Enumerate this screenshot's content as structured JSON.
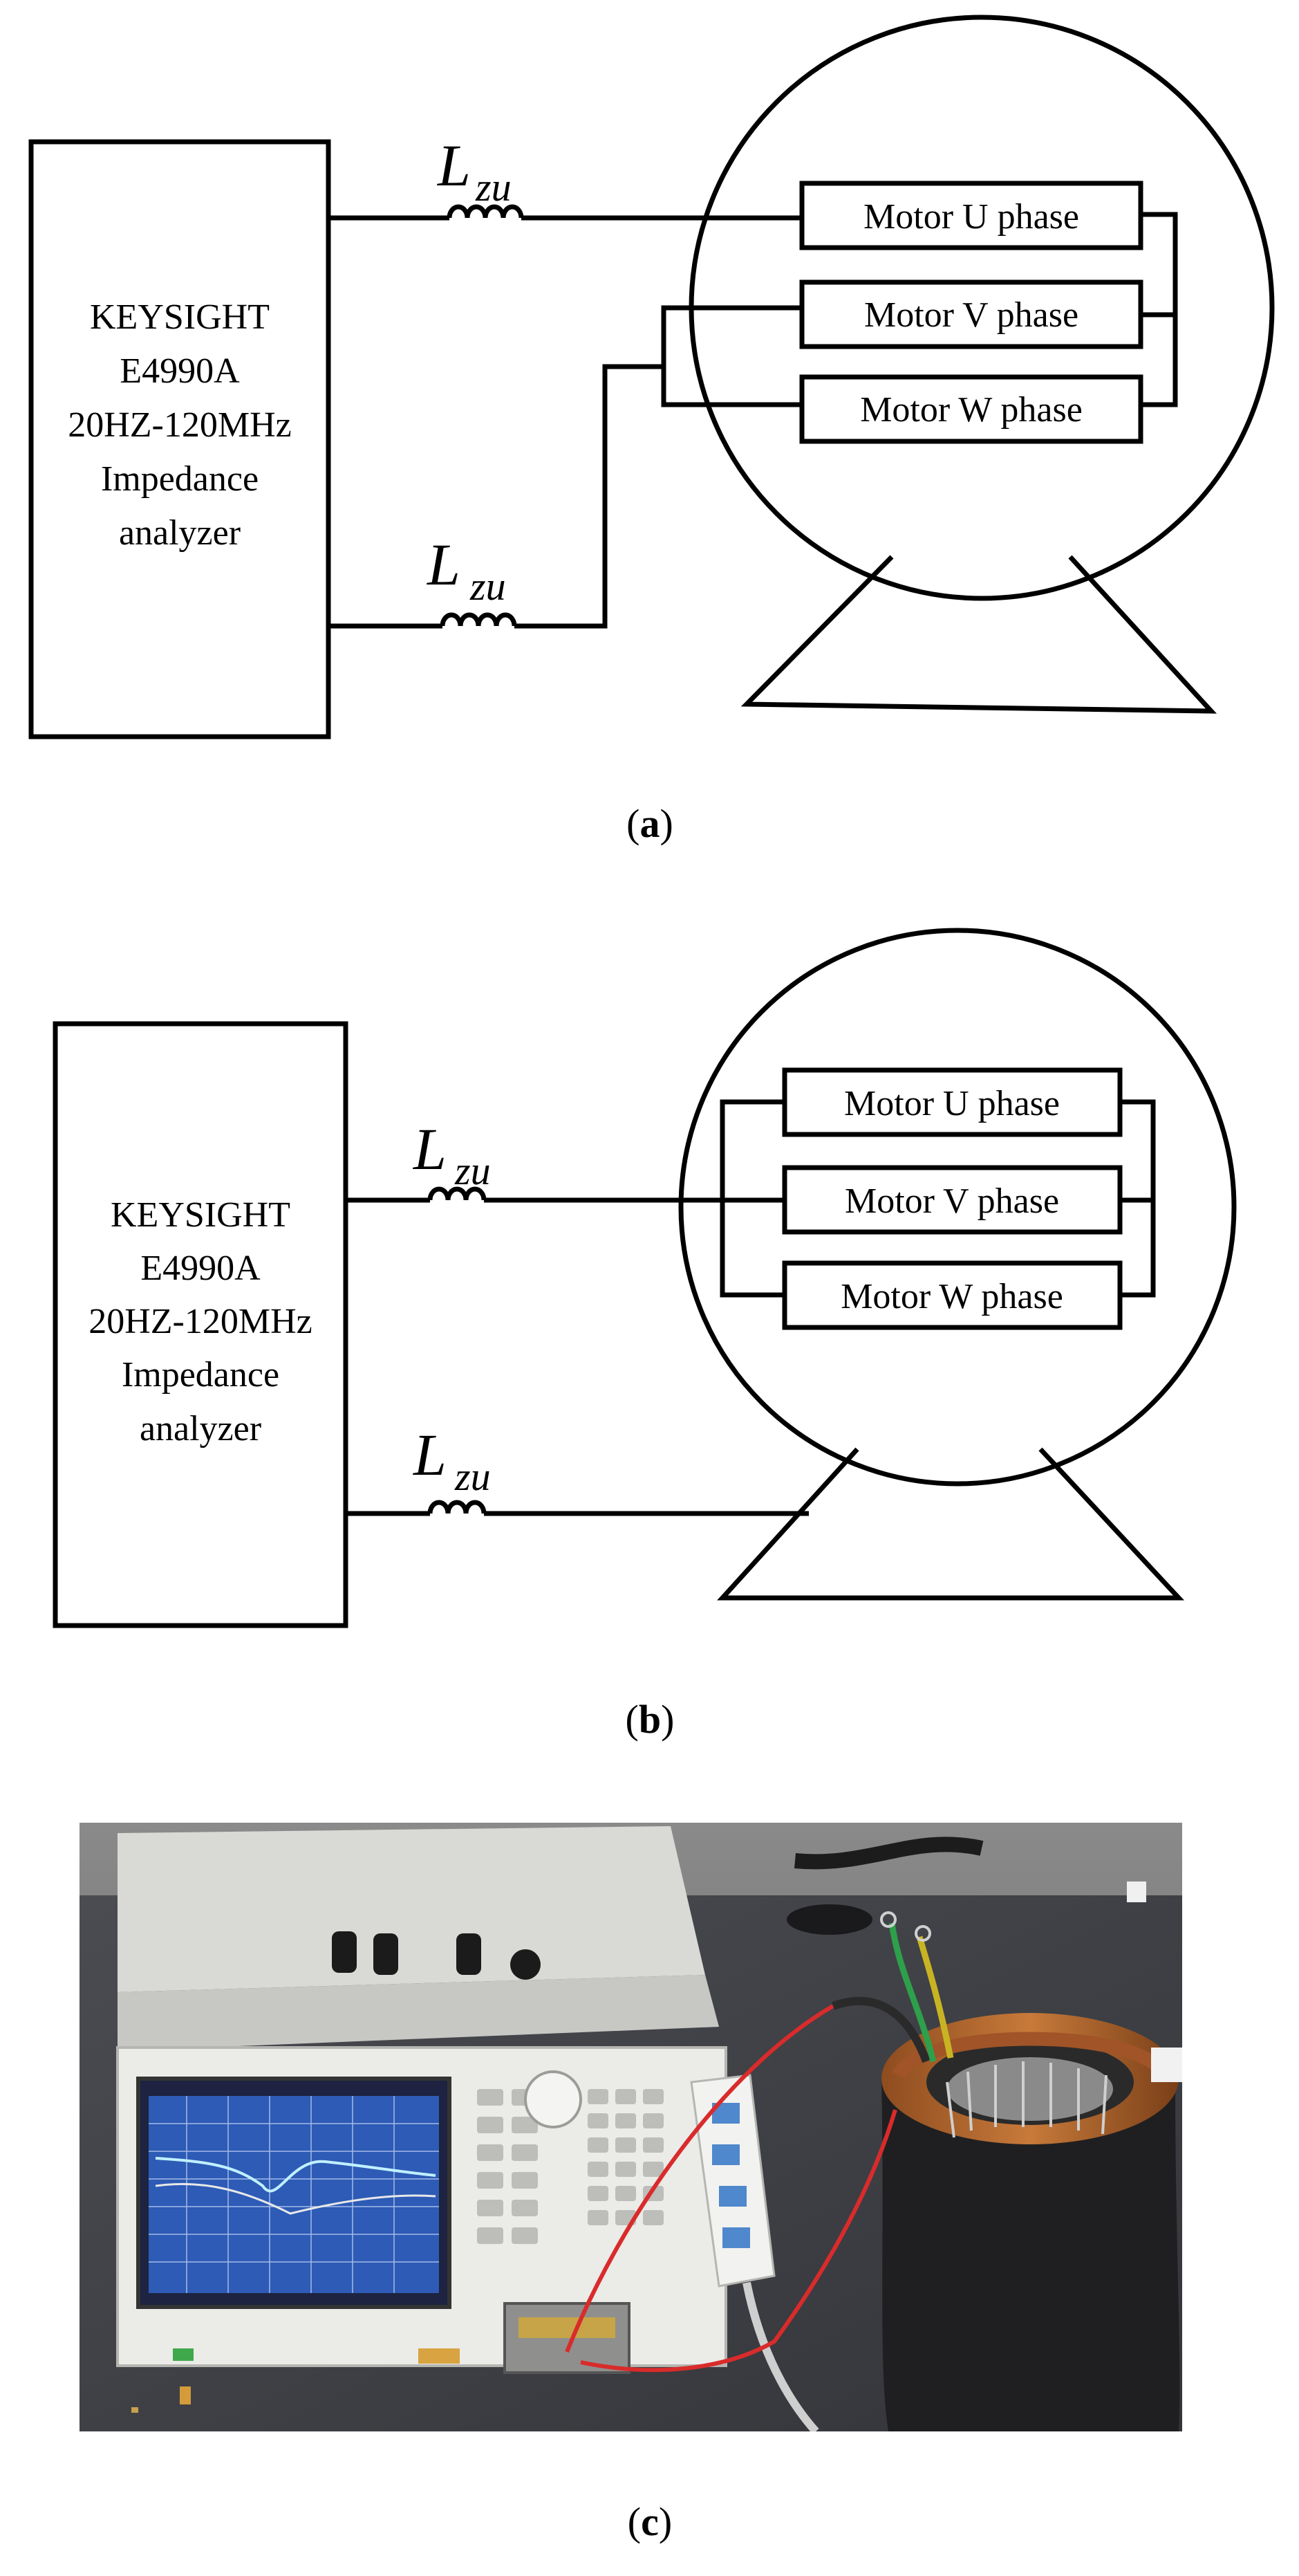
{
  "panel_a": {
    "analyzer_lines": [
      "KEYSIGHT",
      "E4990A",
      "20HZ-120MHz",
      "Impedance",
      "analyzer"
    ],
    "inductor_top": {
      "main": "L",
      "sub": "zu"
    },
    "inductor_bottom": {
      "main": "L",
      "sub": "zu"
    },
    "phase_u": "Motor U phase",
    "phase_v": "Motor V phase",
    "phase_w": "Motor W phase",
    "caption_open": "(",
    "caption_letter": "a",
    "caption_close": ")"
  },
  "panel_b": {
    "analyzer_lines": [
      "KEYSIGHT",
      "E4990A",
      "20HZ-120MHz",
      "Impedance",
      "analyzer"
    ],
    "inductor_top": {
      "main": "L",
      "sub": "zu"
    },
    "inductor_bottom": {
      "main": "L",
      "sub": "zu"
    },
    "phase_u": "Motor U phase",
    "phase_v": "Motor V phase",
    "phase_w": "Motor W phase",
    "caption_open": "(",
    "caption_letter": "b",
    "caption_close": ")"
  },
  "panel_c": {
    "caption_open": "(",
    "caption_letter": "c",
    "caption_close": ")",
    "colors": {
      "wall": "#6e6e6e",
      "table": "#3f4146",
      "instrument_body": "#e5e5e2",
      "screen": "#2d5bb5",
      "stator_copper": "#b5692e",
      "stator_iron": "#222222",
      "red_wire": "#d92b2b"
    }
  }
}
